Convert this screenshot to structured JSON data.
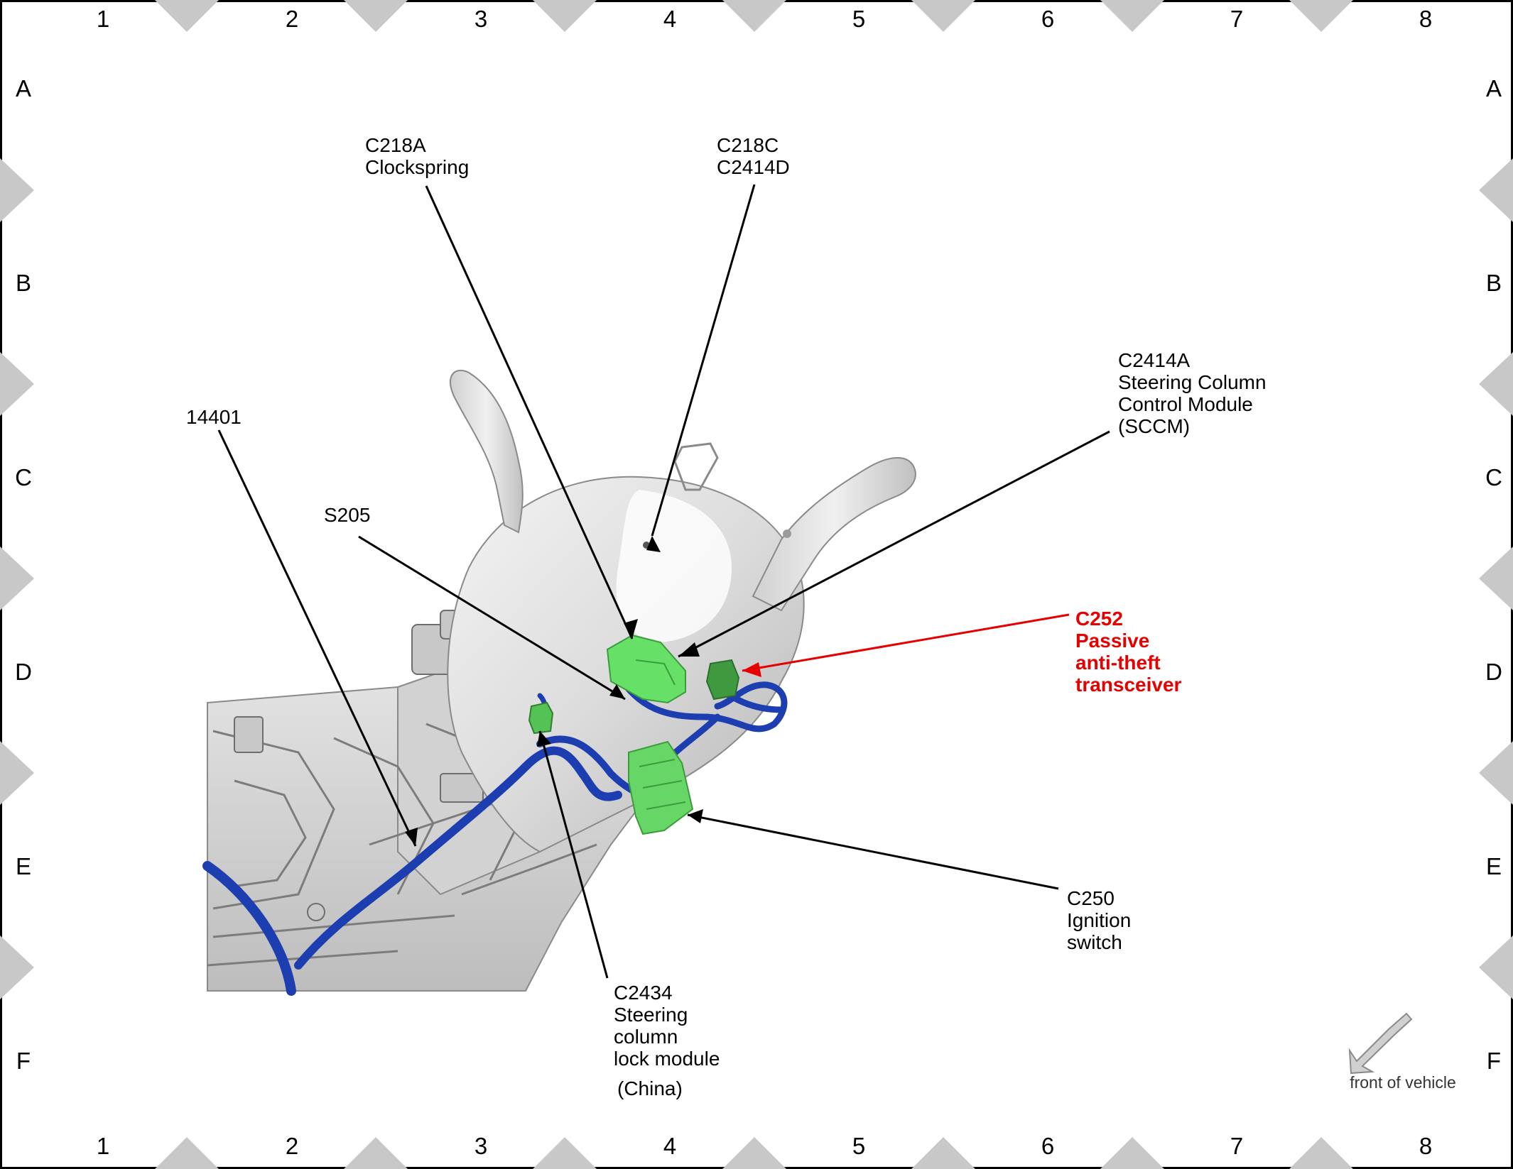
{
  "grid": {
    "columns": [
      "1",
      "2",
      "3",
      "4",
      "5",
      "6",
      "7",
      "8"
    ],
    "rows": [
      "A",
      "B",
      "C",
      "D",
      "E",
      "F"
    ]
  },
  "callouts": {
    "c218a": "C218A\nClockspring",
    "c218c": "C218C\nC2414D",
    "c2414a": "C2414A\nSteering Column\nControl Module\n(SCCM)",
    "w14401": "14401",
    "s205": "S205",
    "c252": "C252\nPassive\nanti-theft\ntransceiver",
    "c250": "C250\nIgnition\nswitch",
    "c2434": "C2434\nSteering\ncolumn\nlock module",
    "china": "(China)"
  },
  "orientation": {
    "label": "front of vehicle"
  },
  "colors": {
    "harness": "#1d3eb0",
    "connector": "#5fd65f",
    "connector_dark": "#3c9c3c",
    "highlight_callout": "#e60000",
    "border_triangle": "#c8c8c8"
  }
}
